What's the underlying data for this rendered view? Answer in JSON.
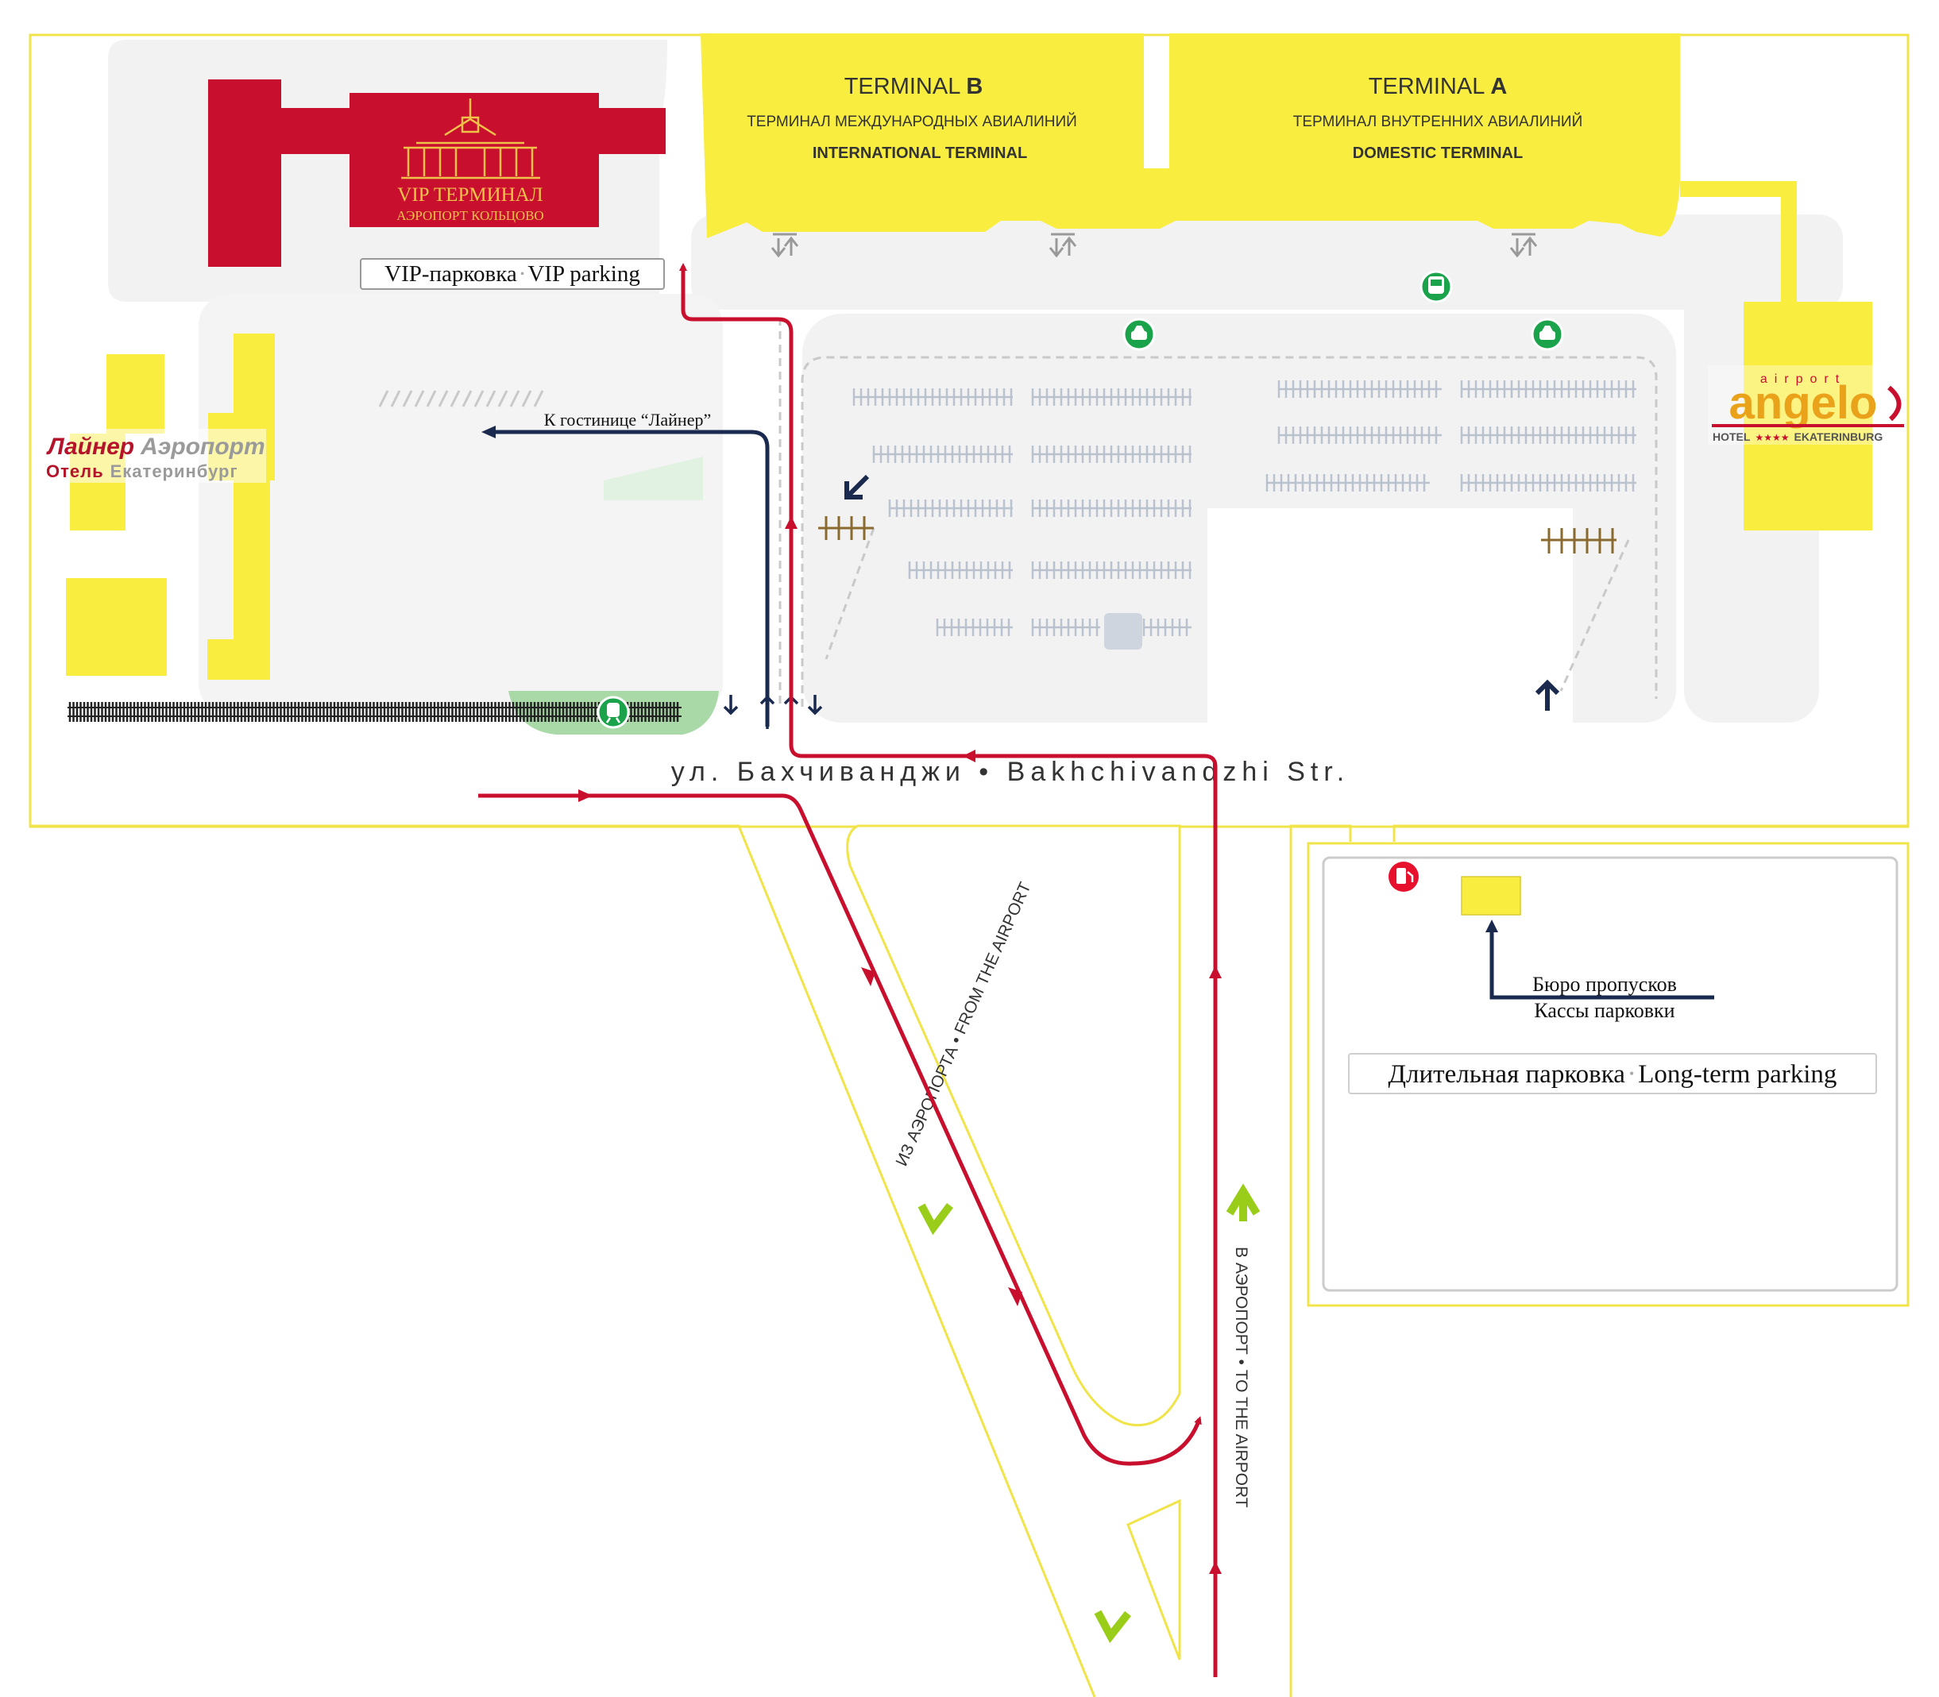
{
  "terminals": {
    "b": {
      "name_prefix": "TERMINAL ",
      "name_letter": "B",
      "ru": "ТЕРМИНАЛ МЕЖДУНАРОДНЫХ АВИАЛИНИЙ",
      "en": "INTERNATIONAL TERMINAL"
    },
    "a": {
      "name_prefix": "TERMINAL ",
      "name_letter": "A",
      "ru": "ТЕРМИНАЛ ВНУТРЕННИХ АВИАЛИНИЙ",
      "en": "DOMESTIC TERMINAL"
    }
  },
  "vip": {
    "title": "VIP ТЕРМИНАЛ",
    "subtitle": "АЭРОПОРТ КОЛЬЦОВО",
    "parking_ru": "VIP-парковка",
    "parking_sep": "•",
    "parking_en": "VIP parking"
  },
  "hotel_liner": {
    "name_red": "Лайнер",
    "name_grey": "Аэропорт",
    "sub_red": "Отель",
    "sub_grey": "Екатеринбург",
    "route_label": "К гостинице “Лайнер”"
  },
  "hotel_angelo": {
    "airport": "airport",
    "name": "angelo",
    "hotel": "HOTEL",
    "stars": "★★★★",
    "city": "EKATERINBURG"
  },
  "street": {
    "label": "ул. Бахчиванджи • Bakhchivandzhi Str."
  },
  "roads": {
    "from_airport": "ИЗ АЭРОПОРТА • FROM THE AIRPORT",
    "to_airport": "В АЭРОПОРТ • TO THE AIRPORT"
  },
  "long_term": {
    "office_1": "Бюро пропусков",
    "office_2": "Кассы парковки",
    "parking_ru": "Длительная парковка",
    "parking_sep": "•",
    "parking_en": "Long-term parking"
  },
  "icons": {
    "taxi": "taxi-icon",
    "bus": "bus-icon",
    "train": "train-icon",
    "fuel": "fuel-station-icon",
    "doors": "entrance-exit-icon",
    "arrow": "direction-arrow-icon",
    "barrier": "parking-barrier-icon"
  },
  "colors": {
    "terminal_yellow": "#f9ed3f",
    "vip_red": "#c8102e",
    "route_red": "#c8102e",
    "route_navy": "#1a2a4f",
    "direction_green": "#9acd1a",
    "ground": "#f2f2f2",
    "icon_green": "#1aa34a"
  }
}
